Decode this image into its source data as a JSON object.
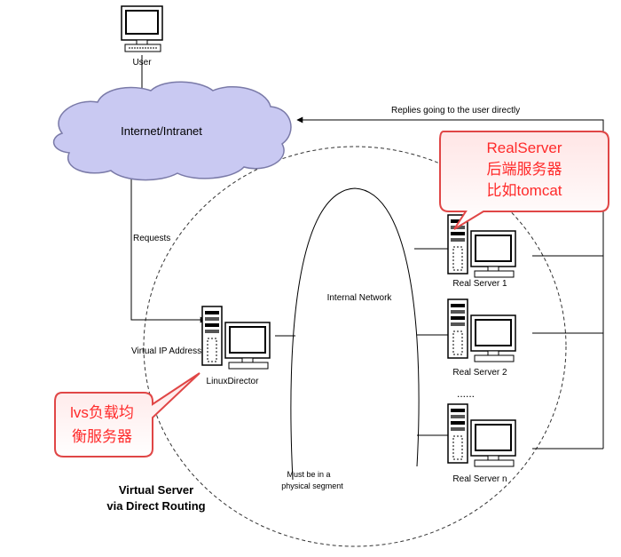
{
  "labels": {
    "user": "User",
    "internet": "Internet/Intranet",
    "replies": "Replies going to the user directly",
    "requests": "Requests",
    "internal_network": "Internal Network",
    "virtual_ip": "Virtual IP Address",
    "director": "LinuxDirector",
    "rs1": "Real Server 1",
    "rs2": "Real Server 2",
    "rsn": "Real Server n",
    "dots": "......",
    "segment_line1": "Must be in a",
    "segment_line2": "physical segment",
    "title_line1": "Virtual Server",
    "title_line2": "via Direct Routing"
  },
  "callouts": {
    "realserver": [
      "RealServer",
      "后端服务器",
      "比如tomcat"
    ],
    "lvs": [
      "lvs负载均",
      "衡服务器"
    ]
  },
  "colors": {
    "cloud_fill": "#c9c9f2",
    "cloud_stroke": "#7a7aa8",
    "callout_fill_top": "#ffe5e5",
    "callout_fill_bottom": "#ffffff",
    "callout_stroke": "#e04646",
    "callout_text": "#ff2a2a"
  }
}
